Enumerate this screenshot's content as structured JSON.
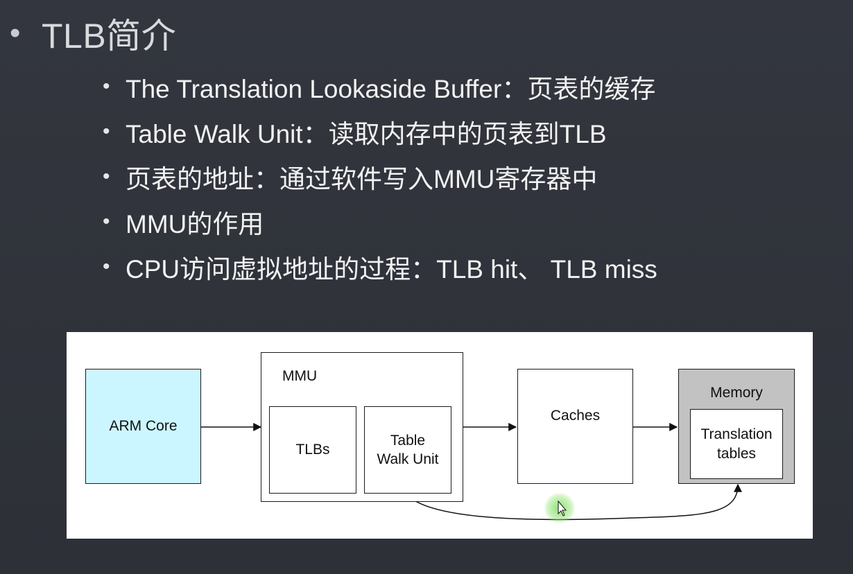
{
  "slide": {
    "title": "TLB简介",
    "bullets": [
      "The Translation Lookaside Buffer：页表的缓存",
      "Table Walk Unit：读取内存中的页表到TLB",
      "页表的地址：通过软件写入MMU寄存器中",
      "MMU的作用",
      "CPU访问虚拟地址的过程：TLB hit、 TLB miss"
    ]
  },
  "diagram": {
    "arm_core": "ARM Core",
    "mmu": "MMU",
    "tlbs": "TLBs",
    "table_walk_unit": [
      "Table",
      "Walk Unit"
    ],
    "caches": "Caches",
    "memory": "Memory",
    "translation_tables": [
      "Translation",
      "tables"
    ],
    "colors": {
      "arm_core_fill": "#ccf6ff",
      "memory_fill": "#c2c2c2",
      "cursor_highlight": "#7ddc5a"
    },
    "icons": {
      "cursor": "move-cursor-icon"
    }
  }
}
